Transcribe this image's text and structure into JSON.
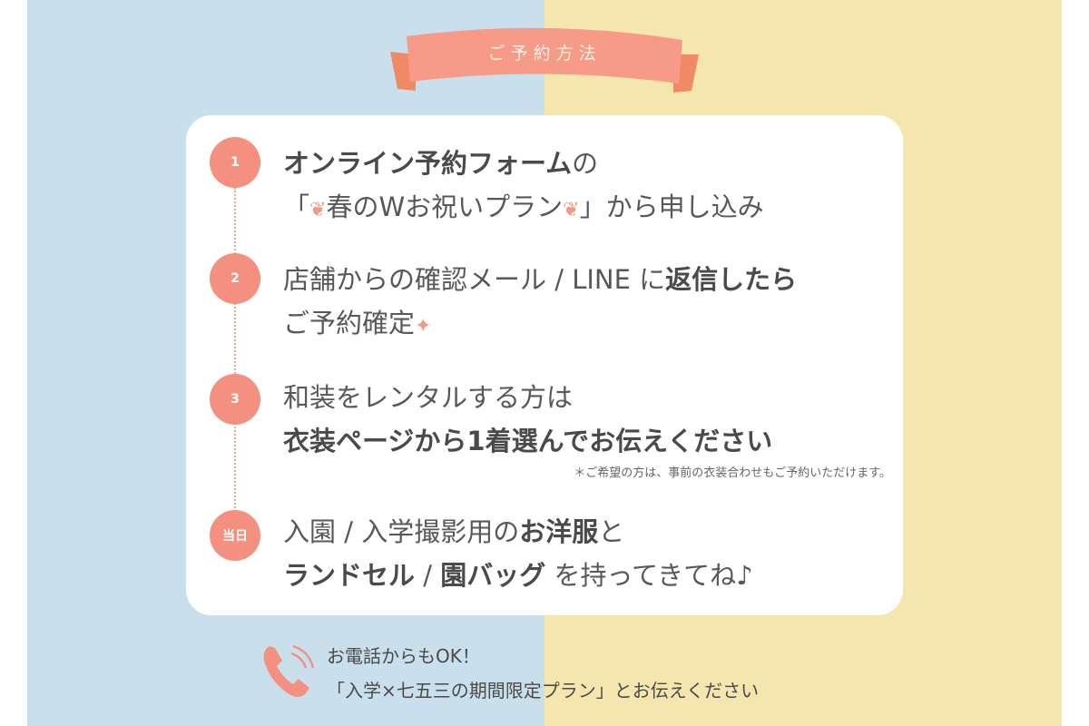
{
  "title": "ご予約方法",
  "steps": [
    {
      "badge": "1",
      "line1_bold": "オンライン予約フォーム",
      "line1_rest": "の",
      "line2_a": "「",
      "line2_b": "春のWお祝いプラン",
      "line2_c": "」から申し込み"
    },
    {
      "badge": "2",
      "line1_a": "店舗からの確認メール / LINE に",
      "line1_bold": "返信したら",
      "line2": "ご予約確定"
    },
    {
      "badge": "3",
      "line1": "和装をレンタルする方は",
      "line2_bold": "衣装ページから1着選んでお伝えください",
      "note": "＊ご希望の方は、事前の衣装合わせもご予約いただけます。"
    },
    {
      "badge": "当日",
      "line1_a": "入園 / 入学撮影用の",
      "line1_bold": "お洋服",
      "line1_c": "と",
      "line2_bold1": "ランドセル",
      "line2_sep": " / ",
      "line2_bold2": "園バッグ",
      "line2_rest": " を持ってきてね♪"
    }
  ],
  "footer": {
    "line1": "お電話からもOK！",
    "line2": "「入学×七五三の期間限定プラン」とお伝えください"
  },
  "colors": {
    "blue": "#c9e0ec",
    "yellow": "#f4e6ae",
    "coral": "#f4907f"
  }
}
